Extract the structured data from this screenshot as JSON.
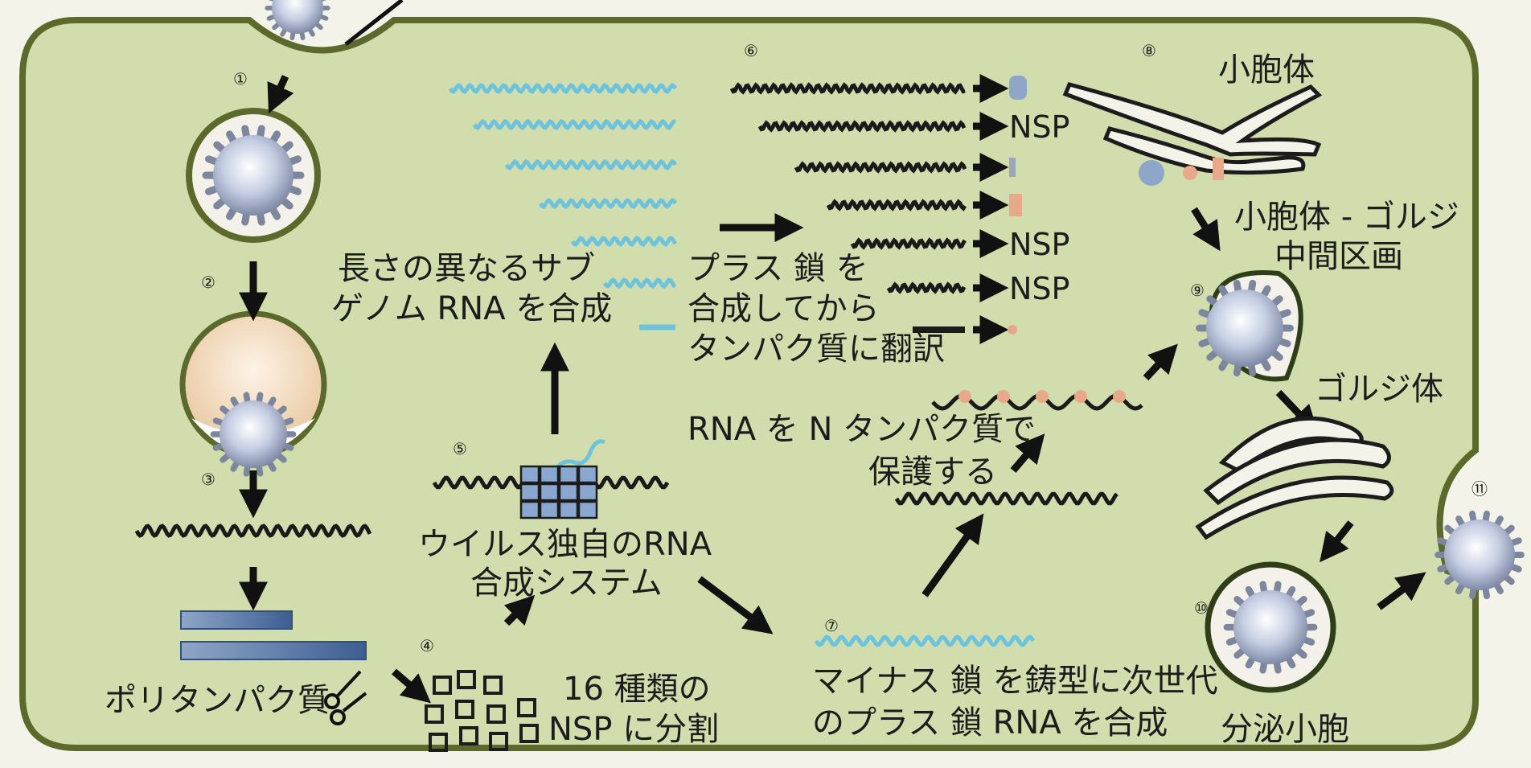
{
  "colors": {
    "cell_fill": "#d2ddae",
    "cell_border": "#5b6a2a",
    "background": "#f3f3ea",
    "plus_rna": "#1a1a1a",
    "minus_rna": "#6ec3dc",
    "virus_body": "#b9c4dc",
    "virus_spike": "#7c869c",
    "protein_pink": "#e8a88a",
    "arrow": "#111111"
  },
  "steps": [
    "①",
    "②",
    "③",
    "④",
    "⑤",
    "⑥",
    "⑦",
    "⑧",
    "⑨",
    "⑩",
    "⑪"
  ],
  "labels": {
    "polyprotein": "ポリタンパク質",
    "nsp_split_1": "16 種類の",
    "nsp_split_2": "NSP に分割",
    "rna_system_1": "ウイルス独自のRNA",
    "rna_system_2": "合成システム",
    "subgenomic_1": "長さの異なるサブ",
    "subgenomic_2": "ゲノム RNA を合成",
    "plus_strand_1": "プラス 鎖 を",
    "plus_strand_2": "合成してから",
    "plus_strand_3": "タンパク質に翻訳",
    "n_protein_1": "RNA を N タンパク質で",
    "n_protein_2": "保護する",
    "minus_template_1": "マイナス 鎖 を鋳型に次世代",
    "minus_template_2": "のプラス 鎖 RNA を合成",
    "er": "小胞体",
    "ergic_1": "小胞体 - ゴルジ",
    "ergic_2": "中間区画",
    "golgi": "ゴルジ体",
    "secretory_vesicle": "分泌小胞",
    "nsp": "NSP"
  }
}
